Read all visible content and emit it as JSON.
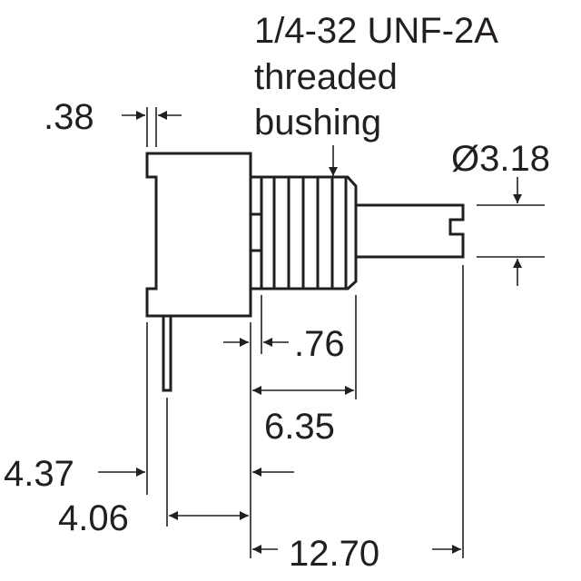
{
  "labels": {
    "callout_line1": "1/4-32 UNF-2A",
    "callout_line2": "threaded",
    "callout_line3": "bushing",
    "dim_038": ".38",
    "dim_diameter": "Ø3.18",
    "dim_076": ".76",
    "dim_635": "6.35",
    "dim_437": "4.37",
    "dim_406": "4.06",
    "dim_1270": "12.70"
  },
  "colors": {
    "ink": "#231f20",
    "background": "#ffffff"
  }
}
